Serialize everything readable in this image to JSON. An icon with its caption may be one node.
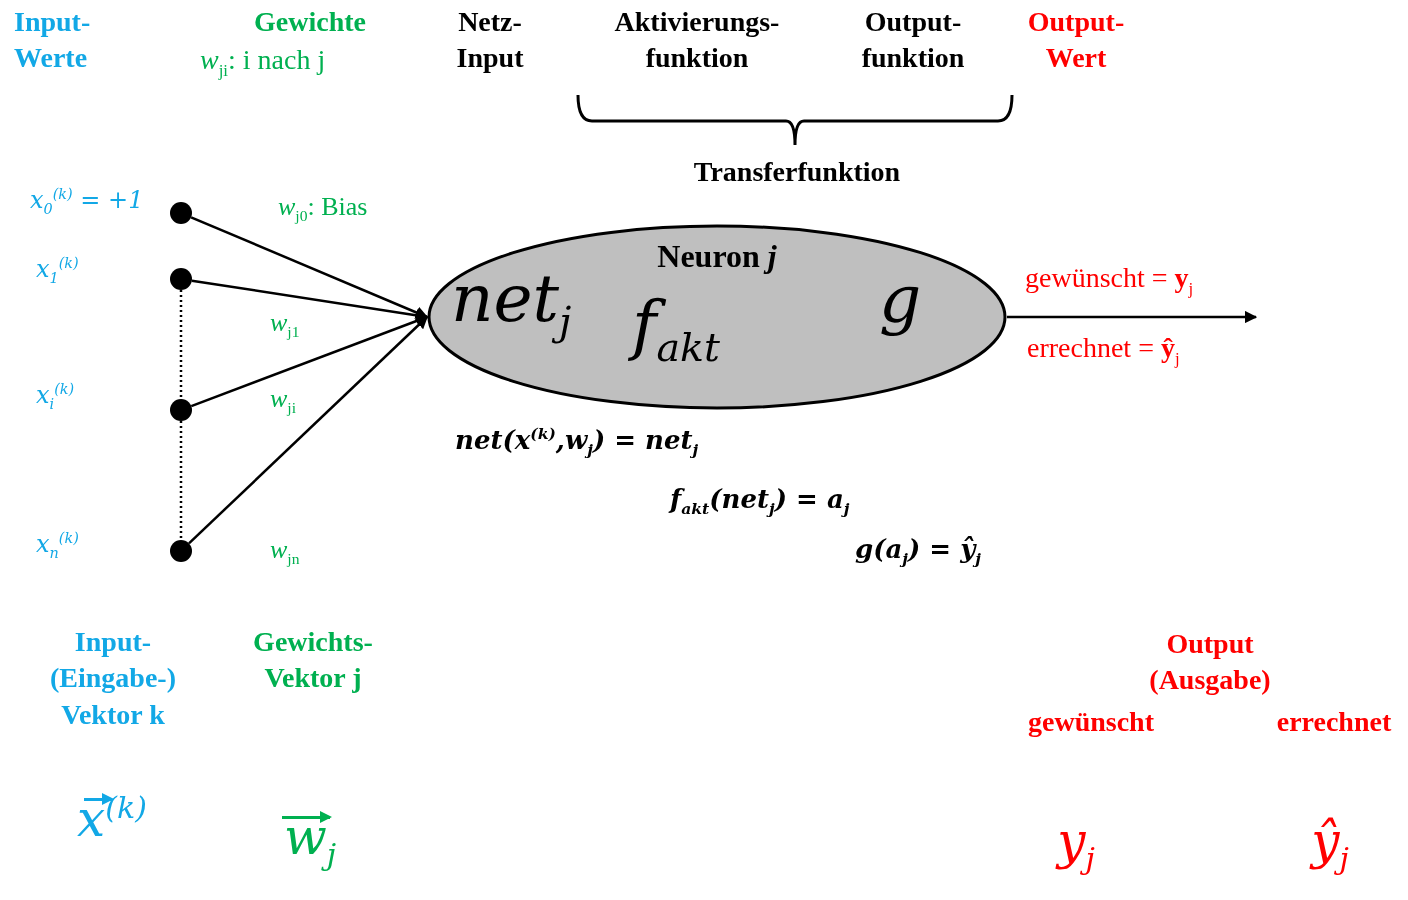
{
  "diagram": {
    "nodes": [
      {
        "text": [],
        "shape": "circle",
        "beside": [
          "*x*$_{0}$$^{(k)}$ = +1"
        ]
      },
      {
        "text": [],
        "shape": "circle",
        "beside": [
          "*x*$_{1}$$^{(k)}$"
        ]
      },
      {
        "text": [],
        "shape": "circle",
        "beside": [
          "*x*$_{i}$$^{(k)}$"
        ]
      },
      {
        "text": [],
        "shape": "circle",
        "beside": [
          "*x*$_{n}$$^{(k)}$"
        ]
      },
      {
        "text": [
          "Neuron *j*",
          "*net*$_{j}$",
          "*f*$_{akt}$",
          "*g*"
        ]
      }
    ],
    "edges": [
      {
        "from": 0,
        "to": 4,
        "arrow": "to",
        "label": "*w*$_{j0}$: Bias"
      },
      {
        "from": 1,
        "to": 4,
        "arrow": "to",
        "label": "*w*$_{j1}$"
      },
      {
        "from": 2,
        "to": 4,
        "arrow": "to",
        "label": "*w*$_{ji}$"
      },
      {
        "from": 3,
        "to": 4,
        "arrow": "to",
        "label": "*w*$_{jn}$"
      },
      {
        "from": 1,
        "to": 2,
        "arrow": "none",
        "style": "dashed"
      },
      {
        "from": 2,
        "to": 3,
        "arrow": "none",
        "style": "dashed"
      },
      {
        "from": 4,
        "to": null,
        "arrow": "to"
      }
    ],
    "labels": [
      "Input- Werte",
      "Gewichte",
      "*w*$_{ji}$: i nach j",
      "Netz- Input",
      "Aktivierungs- funktion",
      "Output- funktion",
      "Output- Wert",
      "Transferfunktion",
      "gewünscht = **y**$_{j}$",
      "errechnet = **ŷ**$_{j}$",
      "net(x$^{(k)}$,w$_{j}$) = net$_{j}$",
      "f$_{akt}$(net$_{j}$) = a$_{j}$",
      "g(a$_{j}$) = ŷ$_{j}$",
      "Input- (Eingabe-) Vektor k",
      "Gewichts- Vektor j",
      "Output (Ausgabe)",
      "gewünscht",
      "errechnet",
      "x$^{(k)}$",
      "w$_{j}$",
      "y$_{j}$",
      "ŷ$_{j}$"
    ]
  }
}
